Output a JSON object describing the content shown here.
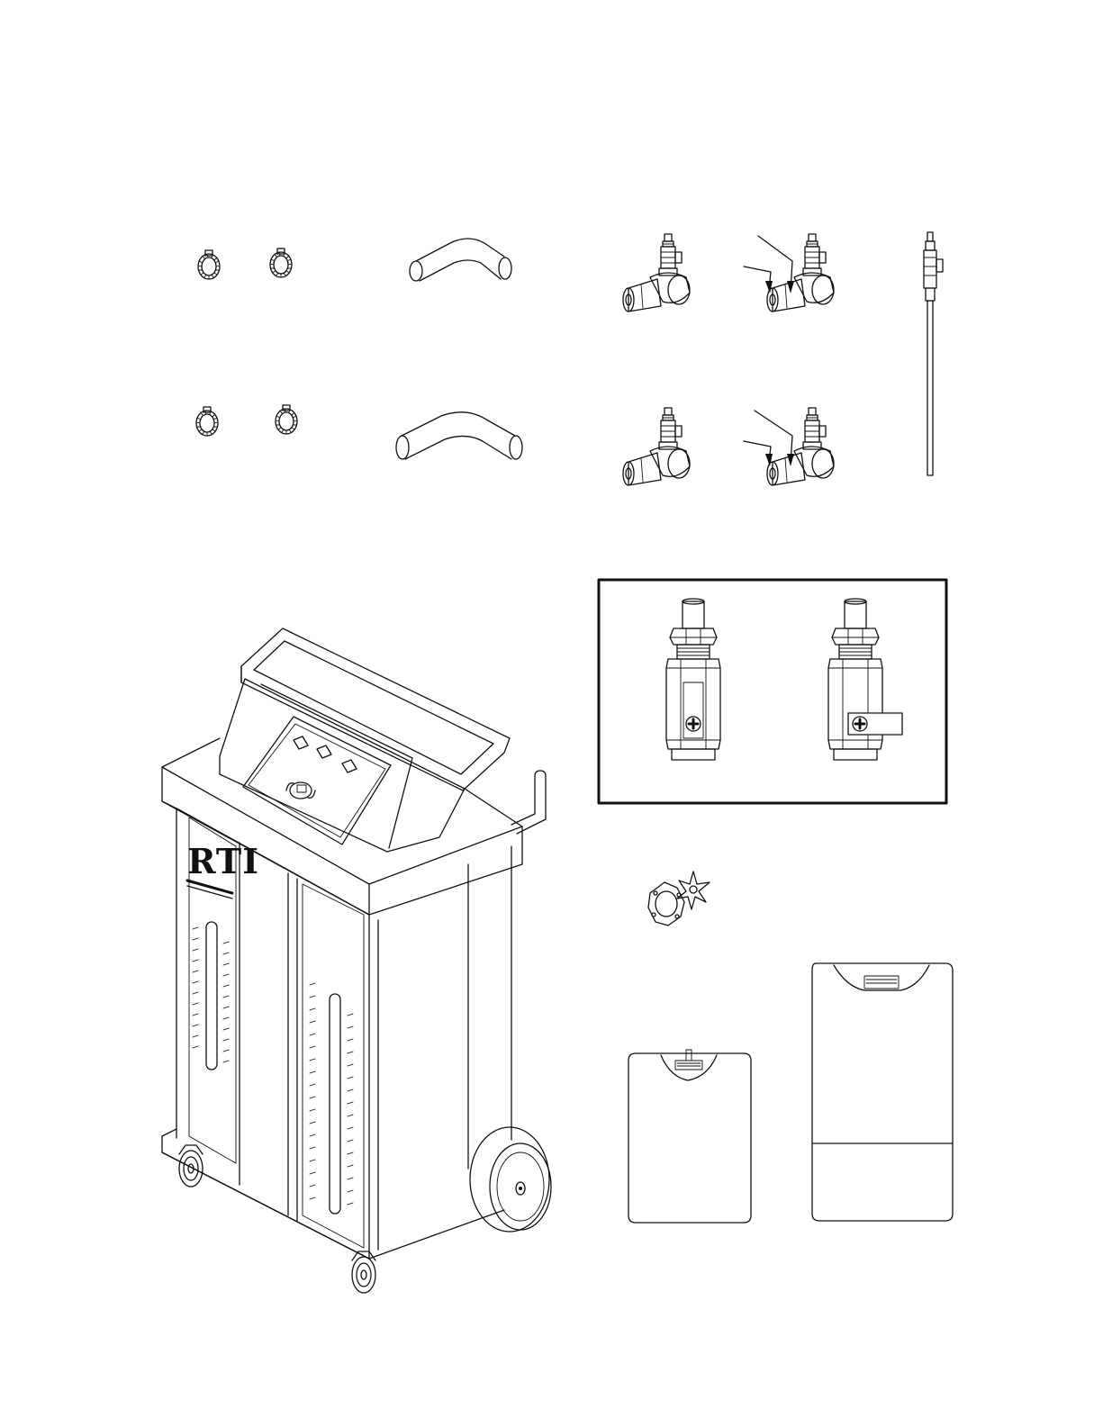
{
  "figure": {
    "kind": "parts-kit-illustration",
    "line_color": "#111111",
    "background": "#ffffff"
  },
  "machine": {
    "logo_text": "RTI"
  },
  "parts": {
    "hose_clamps": 4,
    "bent_hoses": 2,
    "elbow_fittings": 4,
    "probe_wands": 1,
    "valve_detail_views": 2,
    "gasket_and_spider": 1,
    "containers": 2
  },
  "icons": {
    "valve_screw": "plus-screw-icon",
    "gauge": "gauge-icon"
  }
}
